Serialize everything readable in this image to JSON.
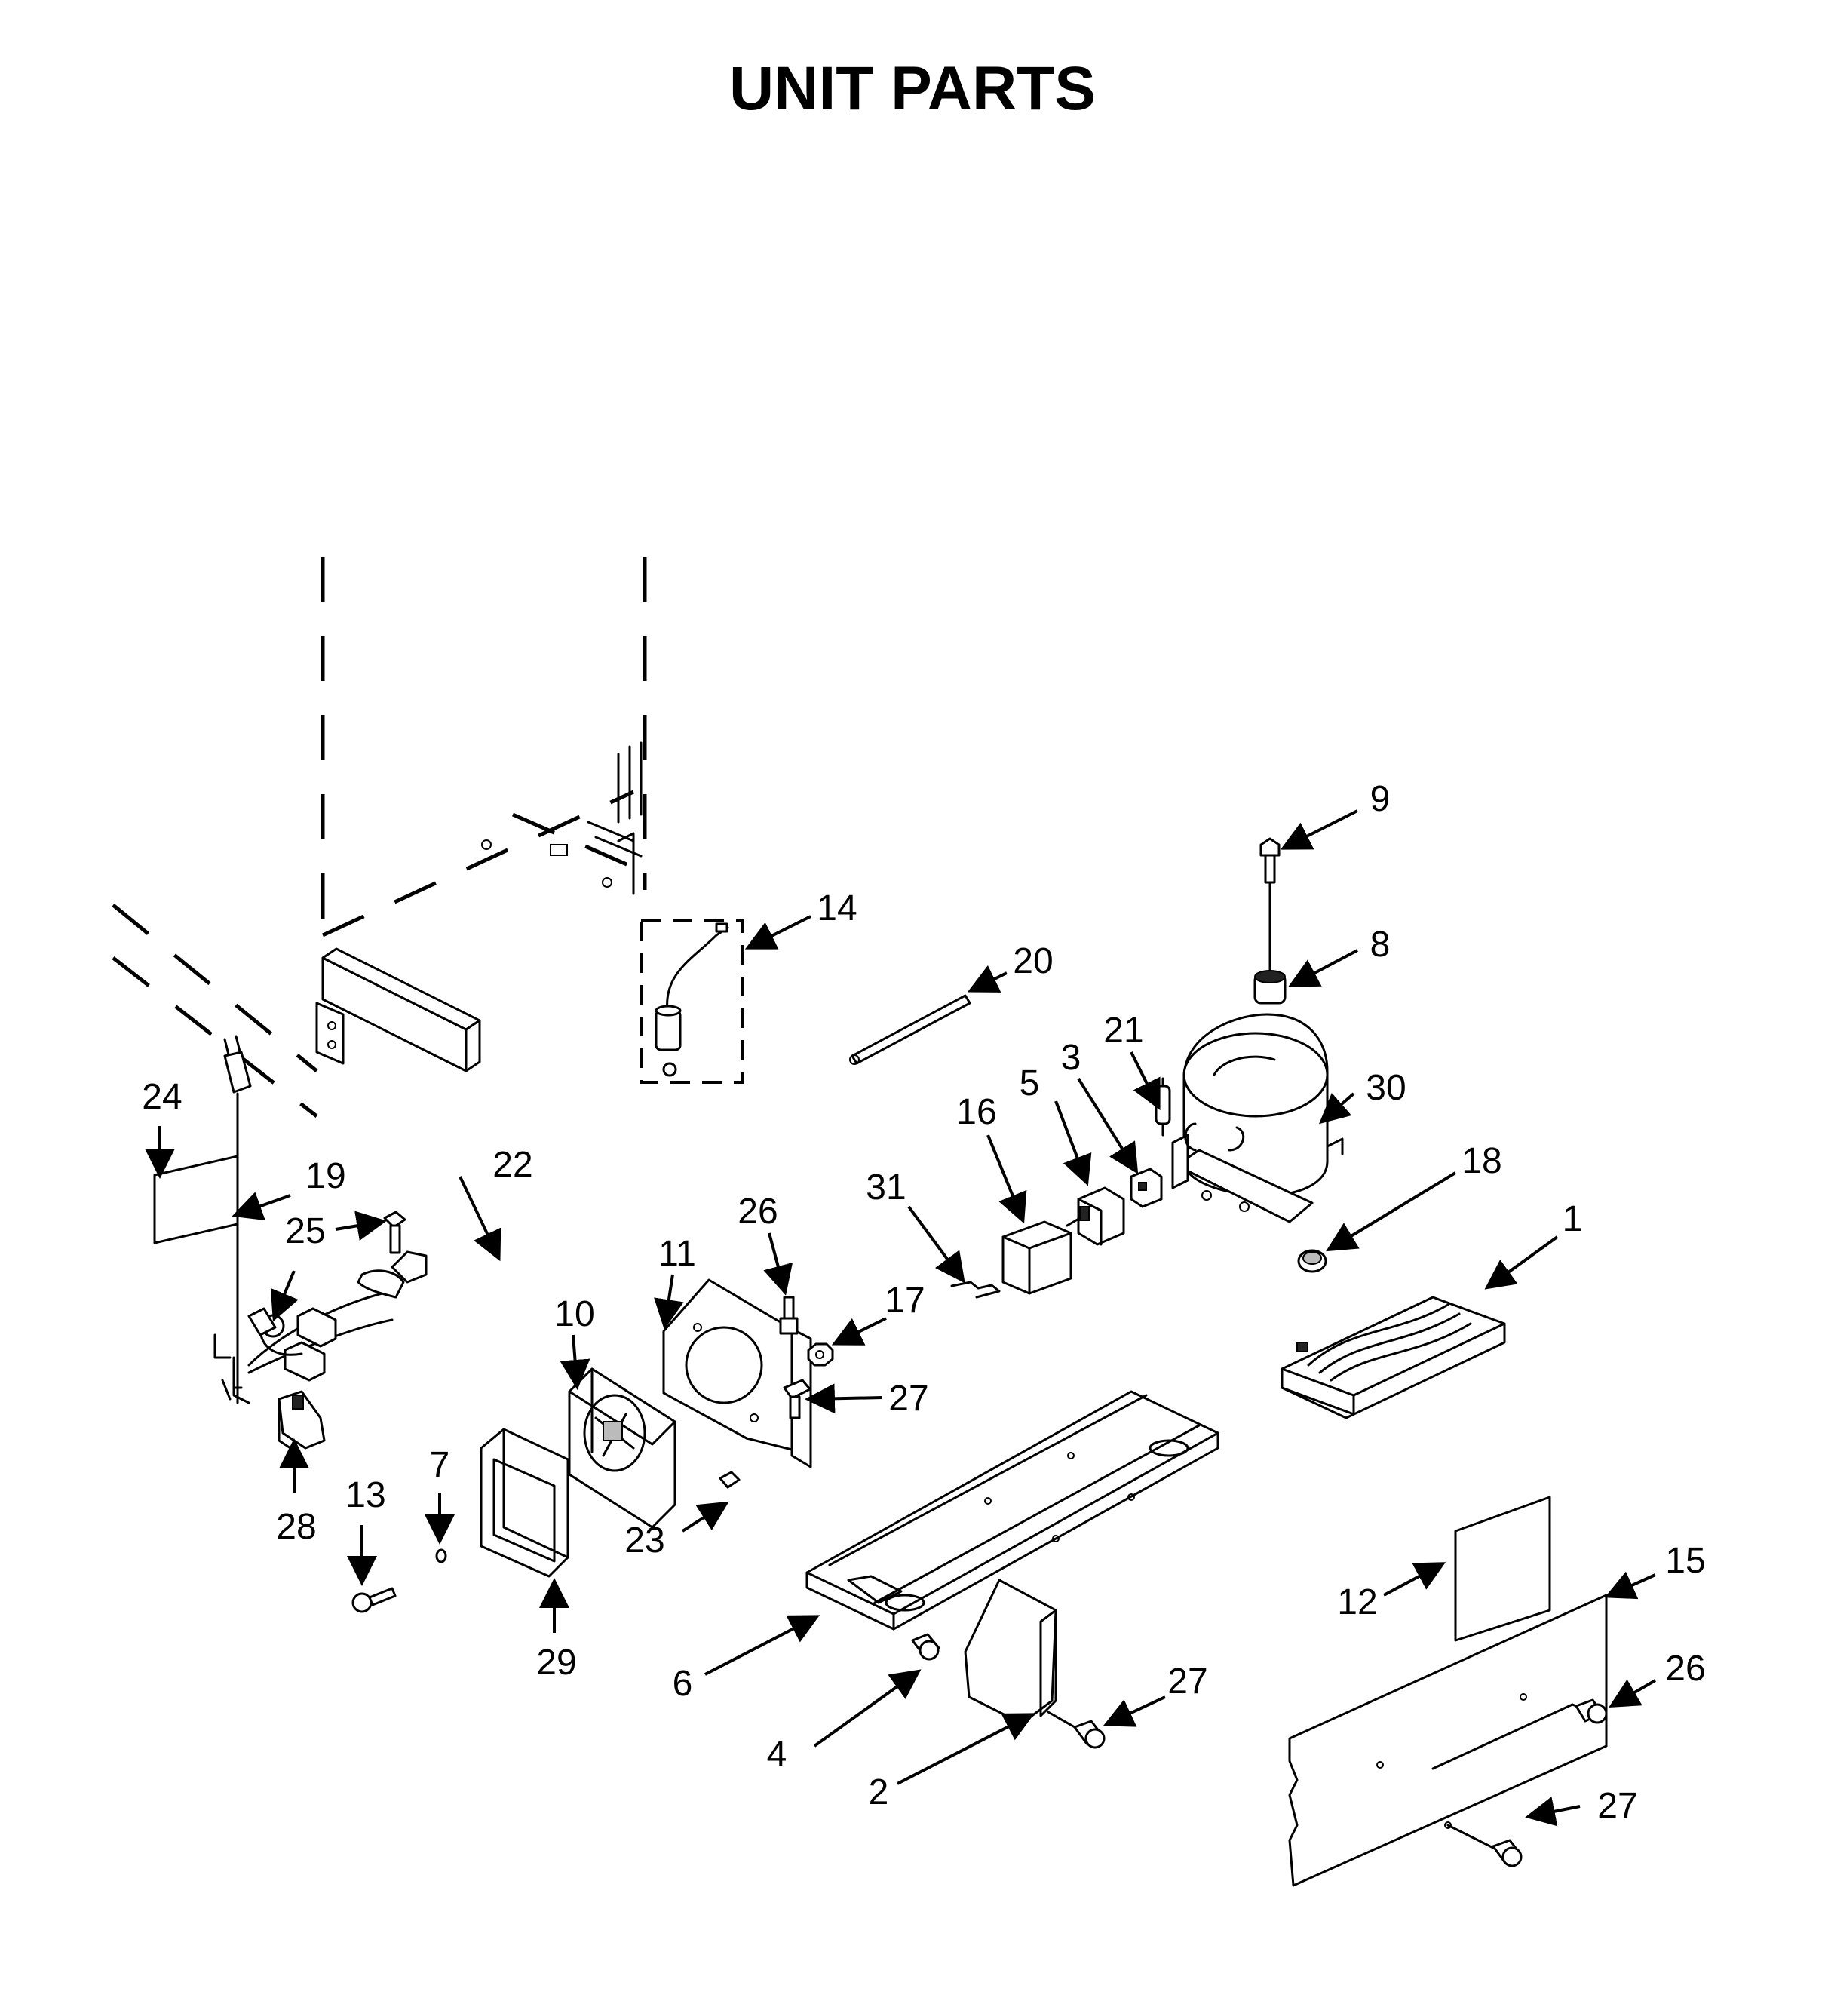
{
  "title": "UNIT PARTS",
  "callouts": [
    {
      "id": "c1",
      "label": "1"
    },
    {
      "id": "c2",
      "label": "2"
    },
    {
      "id": "c3",
      "label": "3"
    },
    {
      "id": "c4",
      "label": "4"
    },
    {
      "id": "c5",
      "label": "5"
    },
    {
      "id": "c6",
      "label": "6"
    },
    {
      "id": "c7",
      "label": "7"
    },
    {
      "id": "c8",
      "label": "8"
    },
    {
      "id": "c9",
      "label": "9"
    },
    {
      "id": "c10",
      "label": "10"
    },
    {
      "id": "c11",
      "label": "11"
    },
    {
      "id": "c12",
      "label": "12"
    },
    {
      "id": "c13",
      "label": "13"
    },
    {
      "id": "c14",
      "label": "14"
    },
    {
      "id": "c15",
      "label": "15"
    },
    {
      "id": "c16",
      "label": "16"
    },
    {
      "id": "c17",
      "label": "17"
    },
    {
      "id": "c18",
      "label": "18"
    },
    {
      "id": "c19",
      "label": "19"
    },
    {
      "id": "c20",
      "label": "20"
    },
    {
      "id": "c21",
      "label": "21"
    },
    {
      "id": "c22",
      "label": "22"
    },
    {
      "id": "c23",
      "label": "23"
    },
    {
      "id": "c24",
      "label": "24"
    },
    {
      "id": "c25",
      "label": "25"
    },
    {
      "id": "c26a",
      "label": "26"
    },
    {
      "id": "c26b",
      "label": "26"
    },
    {
      "id": "c27a",
      "label": "27"
    },
    {
      "id": "c27b",
      "label": "27"
    },
    {
      "id": "c27c",
      "label": "27"
    },
    {
      "id": "c28",
      "label": "28"
    },
    {
      "id": "c29",
      "label": "29"
    },
    {
      "id": "c30",
      "label": "30"
    },
    {
      "id": "c31",
      "label": "31"
    }
  ]
}
